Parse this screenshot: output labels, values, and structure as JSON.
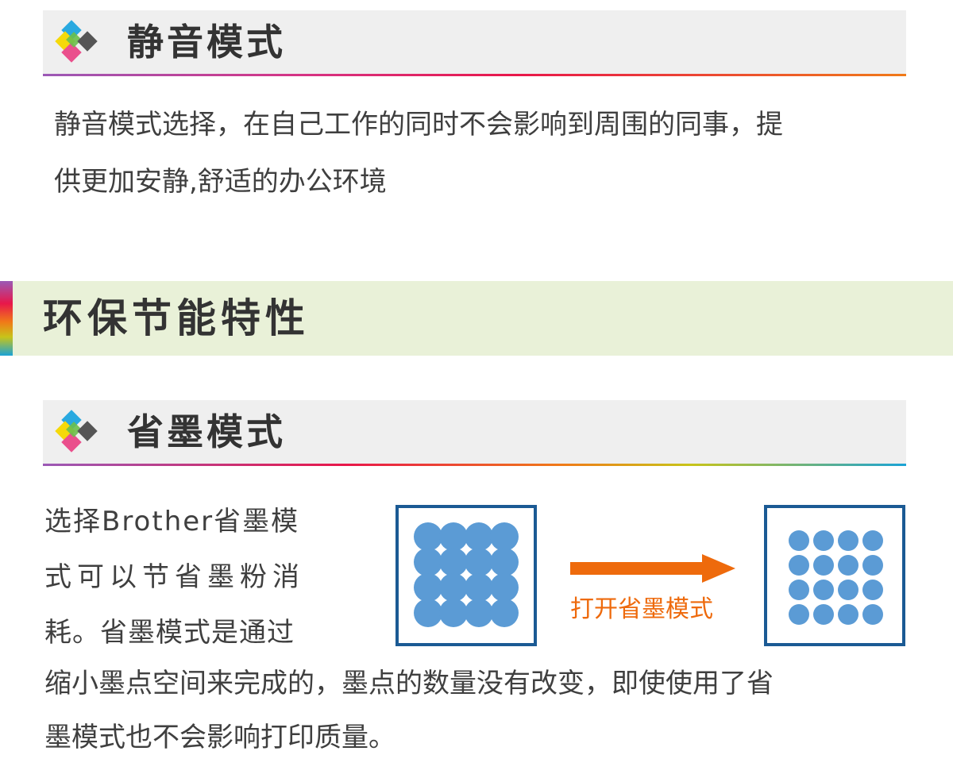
{
  "silent_section": {
    "title": "静音模式",
    "lines": [
      "静音模式选择，在自己工作的同时不会影响到周围的同事，提",
      "供更加安静,舒适的办公环境"
    ]
  },
  "eco_band": {
    "title": "环保节能特性"
  },
  "toner_section": {
    "title": "省墨模式",
    "side_lines": [
      "选择Brother省墨模",
      "式可以节省墨粉消",
      "耗。省墨模式是通过"
    ],
    "lines": [
      "缩小墨点空间来完成的，墨点的数量没有改变，即使使用了省",
      "墨模式也不会影响打印质量。"
    ],
    "arrow_label": "打开省墨模式"
  },
  "colors": {
    "dot_blue": "#5b9bd5",
    "box_border": "#1b5a94",
    "arrow_orange": "#ee6a0c",
    "band_green": "#e9f1d8"
  },
  "icons": [
    "color-diamond-logo-icon",
    "dot-grid-icon",
    "right-arrow-icon"
  ]
}
